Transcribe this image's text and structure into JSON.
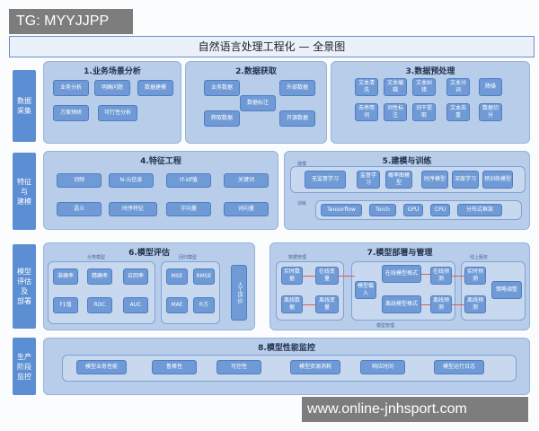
{
  "tag": "TG: MYYJJPP",
  "title": "自然语言处理工程化 — 全景图",
  "watermark": "www.online-jnhsport.com",
  "side_labels": [
    "数据\n采集",
    "特征\n与\n建模",
    "模型\n评估\n及\n部署",
    "生产\n阶段\n监控"
  ],
  "panels": {
    "p1": {
      "title": "1.业务场景分析",
      "boxes": [
        "业务分析",
        "明确问题",
        "数据建模",
        "方案预研",
        "可行性分析"
      ]
    },
    "p2": {
      "title": "2.数据获取",
      "boxes": [
        "业务数据",
        "外部数据",
        "数据标注",
        "爬取数据",
        "开源数据"
      ]
    },
    "p3": {
      "title": "3.数据预处理",
      "boxes": [
        "文本清洗",
        "文本编辑",
        "文本纠错",
        "文本分词",
        "降噪",
        "去停用词",
        "词性标注",
        "词干提取",
        "文本去重",
        "数据切分"
      ]
    },
    "p4": {
      "title": "4.特征工程",
      "boxes": [
        "词频",
        "N-元信息",
        "tf-idf值",
        "关键词",
        "语义",
        "时序特征",
        "字向量",
        "词向量"
      ]
    },
    "p5": {
      "title": "5.建模与训练",
      "boxes": [
        "无监督学习",
        "监督学习",
        "概率图模型",
        "时序模型",
        "深度学习",
        "预训练模型",
        "Tensorflow",
        "Torch",
        "GPU",
        "CPU",
        "分布式框架"
      ],
      "sublabels": [
        "建模",
        "训练"
      ]
    },
    "p6": {
      "title": "6.模型评估",
      "boxes": [
        "准确率",
        "精确率",
        "召回率",
        "F1值",
        "ROC",
        "AUC",
        "MSE",
        "RMSE",
        "MAE",
        "R方",
        "人工评价"
      ],
      "sublabels": [
        "分类模型",
        "回归模型"
      ]
    },
    "p7": {
      "title": "7.模型部署与管理",
      "boxes": [
        "实时数据",
        "离线数据",
        "在线变量",
        "离线变量",
        "模型载入",
        "在线模型格式",
        "离线模型格式",
        "在线预测",
        "离线预测",
        "实时预测",
        "离线预测",
        "策略调整"
      ],
      "sublabels": [
        "数据管理",
        "模型管理",
        "线上服务"
      ]
    },
    "p8": {
      "title": "8.模型性能监控",
      "boxes": [
        "模型业务性能",
        "鲁棒性",
        "可控性",
        "模型资源消耗",
        "响应时间",
        "模型运行日志"
      ]
    }
  }
}
